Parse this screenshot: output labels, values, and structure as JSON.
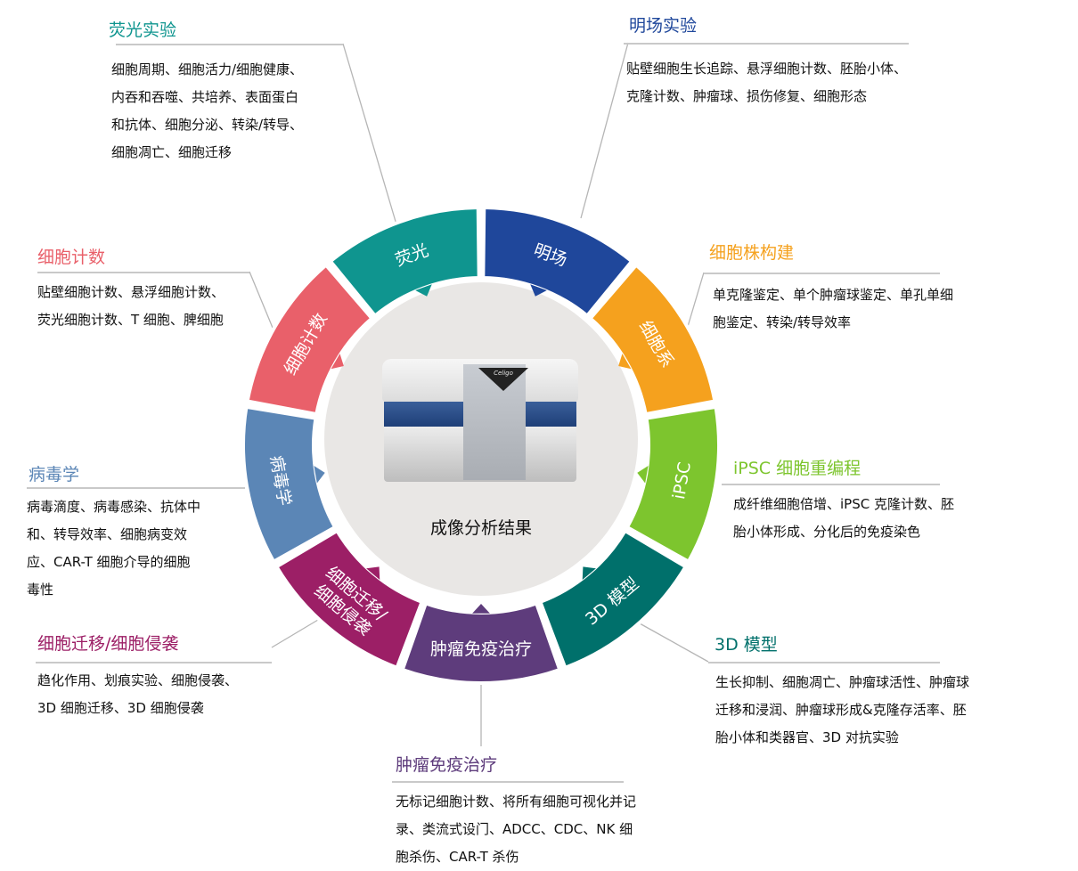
{
  "center": {
    "label": "成像分析结果",
    "device_brand": "Celigo"
  },
  "segments": [
    {
      "label": "明场",
      "color": "#1f479b"
    },
    {
      "label": "细胞系",
      "color": "#f5a11e"
    },
    {
      "label": "iPSC",
      "color": "#7dc52e"
    },
    {
      "label": "3D 模型",
      "color": "#00706b"
    },
    {
      "label": "肿瘤免疫治疗",
      "color": "#5e3c7c"
    },
    {
      "label": "细胞迁移/",
      "label2": "细胞侵袭",
      "color": "#9c1f66"
    },
    {
      "label": "病毒学",
      "color": "#5b86b6"
    },
    {
      "label": "细胞计数",
      "color": "#e9606a"
    },
    {
      "label": "荧光",
      "color": "#0f958f"
    }
  ],
  "callouts": [
    {
      "title": "荧光实验",
      "color": "#0f958f",
      "lines": [
        "细胞周期、细胞活力/细胞健康、",
        "内吞和吞噬、共培养、表面蛋白",
        "和抗体、细胞分泌、转染/转导、",
        "细胞凋亡、细胞迁移"
      ]
    },
    {
      "title": "明场实验",
      "color": "#1f479b",
      "lines": [
        "贴壁细胞生长追踪、悬浮细胞计数、胚胎小体、",
        "克隆计数、肿瘤球、损伤修复、细胞形态"
      ]
    },
    {
      "title": "细胞株构建",
      "color": "#f5a11e",
      "lines": [
        "单克隆鉴定、单个肿瘤球鉴定、单孔单细",
        "胞鉴定、转染/转导效率"
      ]
    },
    {
      "title": "iPSC 细胞重编程",
      "color": "#7dc52e",
      "lines": [
        "成纤维细胞倍增、iPSC 克隆计数、胚",
        "胎小体形成、分化后的免疫染色"
      ]
    },
    {
      "title": "3D 模型",
      "color": "#00706b",
      "lines": [
        "生长抑制、细胞凋亡、肿瘤球活性、肿瘤球",
        "迁移和浸润、肿瘤球形成&克隆存活率、胚",
        "胎小体和类器官、3D 对抗实验"
      ]
    },
    {
      "title": "肿瘤免疫治疗",
      "color": "#5e3c7c",
      "lines": [
        "无标记细胞计数、将所有细胞可视化并记",
        "录、类流式设门、ADCC、CDC、NK 细",
        "胞杀伤、CAR-T 杀伤"
      ]
    },
    {
      "title": "细胞迁移/细胞侵袭",
      "color": "#9c1f66",
      "lines": [
        "趋化作用、划痕实验、细胞侵袭、",
        "3D 细胞迁移、3D 细胞侵袭"
      ]
    },
    {
      "title": "病毒学",
      "color": "#5b86b6",
      "lines": [
        "病毒滴度、病毒感染、抗体中",
        "和、转导效率、细胞病变效",
        "应、CAR-T 细胞介导的细胞",
        "毒性"
      ]
    },
    {
      "title": "细胞计数",
      "color": "#e9606a",
      "lines": [
        "贴壁细胞计数、悬浮细胞计数、",
        "荧光细胞计数、T 细胞、脾细胞"
      ]
    }
  ]
}
